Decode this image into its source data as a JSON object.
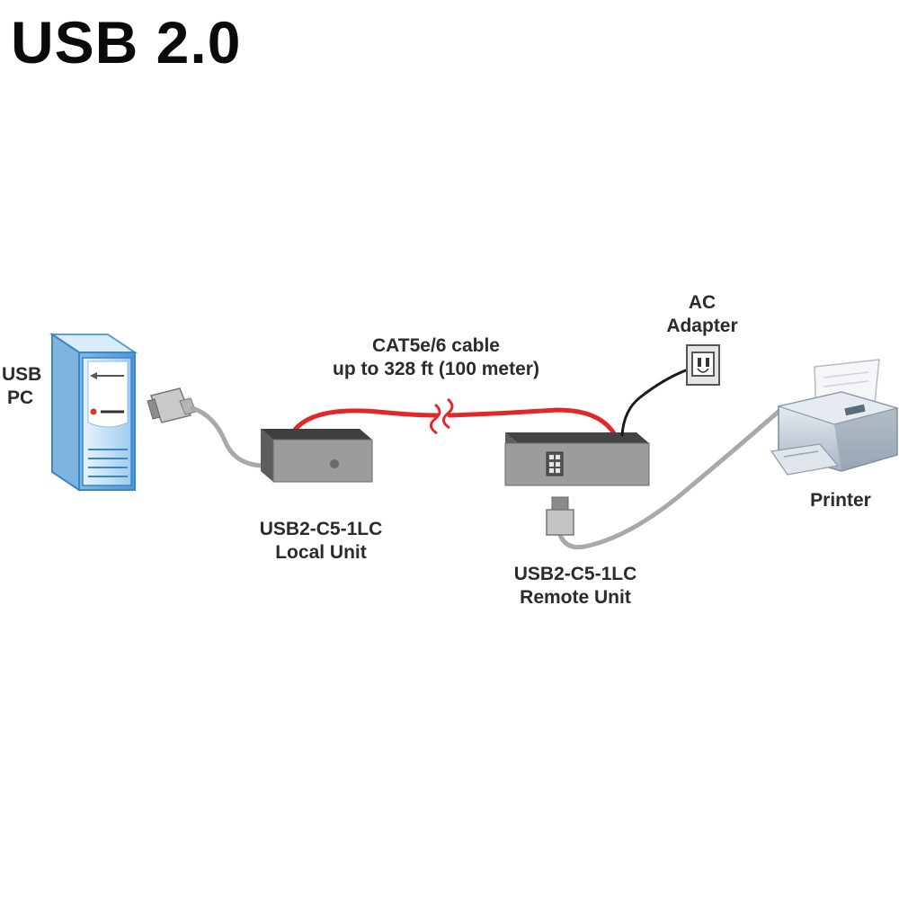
{
  "title": "USB 2.0",
  "labels": {
    "pc": [
      "USB",
      "PC"
    ],
    "cable": [
      "CAT5e/6 cable",
      "up to 328 ft (100 meter)"
    ],
    "ac": [
      "AC",
      "Adapter"
    ],
    "printer": "Printer",
    "local": [
      "USB2-C5-1LC",
      "Local Unit"
    ],
    "remote": [
      "USB2-C5-1LC",
      "Remote Unit"
    ]
  },
  "colors": {
    "cat_cable": "#e3262a",
    "usb_cable": "#a9a9a9",
    "power_cord": "#1a1a1a",
    "pc_body": "#bcdcf4",
    "unit_front": "#9c9c9c",
    "unit_top": "#4a4a4a"
  }
}
